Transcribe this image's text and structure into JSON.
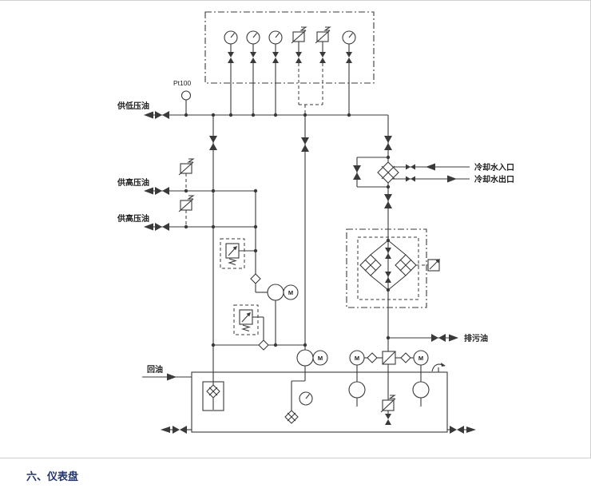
{
  "section_heading": "六、仪表盘",
  "diagram": {
    "labels": {
      "pt100": "Pt100",
      "supply_low_pressure_oil": "供低压油",
      "supply_high_pressure_oil_top": "供高压油",
      "supply_high_pressure_oil_bottom": "供高压油",
      "return_oil": "回油",
      "cooling_water_inlet": "冷却水入口",
      "cooling_water_outlet": "冷却水出口",
      "drain_oil": "排污油",
      "motor": "M"
    },
    "colors": {
      "diagram_line": "#3a3a3a",
      "heading_text": "#24356e",
      "background": "#ffffff",
      "frame_border": "#d0d0d0"
    },
    "icons": {
      "pressure-gauge-icon": "◷",
      "isolation-valve-icon": "⋈",
      "pressure-switch-icon": "▣",
      "relief-valve-icon": "☐",
      "check-valve-icon": "◇",
      "duplex-filter-icon": "◈",
      "heat-exchanger-icon": "◇",
      "motor-icon": "Ⓜ",
      "pump-icon": "◯",
      "thermometer-icon": "◔",
      "breather-icon": "↷",
      "oil-tank-icon": "▭",
      "suction-strainer-icon": "◈",
      "diff-pressure-indicator-icon": "▨",
      "drain-arrow-icon": "➤"
    }
  }
}
